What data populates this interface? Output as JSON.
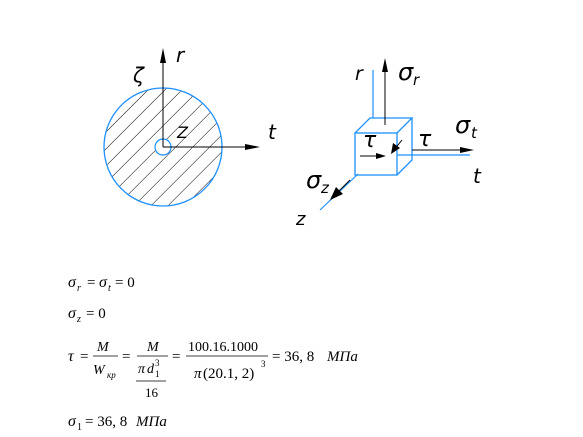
{
  "figure_left": {
    "label_theta": "ζ",
    "label_r": "r",
    "label_z": "Z",
    "label_t": "t"
  },
  "figure_right": {
    "label_r": "r",
    "label_sigma_r": "σ",
    "label_sigma_r_sub": "r",
    "label_tau_left": "τ",
    "label_tau_right": "τ",
    "label_sigma_t": "σ",
    "label_sigma_t_sub": "t",
    "label_t": "t",
    "label_sigma_z": "σ",
    "label_sigma_z_sub": "z",
    "label_z": "z"
  },
  "colors": {
    "circle": "#1e90ff",
    "axes": "#1e90ff",
    "ink": "#000000"
  },
  "equations": {
    "eq1": {
      "sigma": "σ",
      "sub_r": "r",
      "eq": "=",
      "sub_t": "t",
      "rhs": "= 0"
    },
    "eq2": {
      "sigma": "σ",
      "sub_z": "z",
      "rhs": "= 0"
    },
    "eq3": {
      "tau": "τ",
      "eq": "=",
      "f1_num": "M",
      "f1_den": "W",
      "f1_den_sub": "кр",
      "f2_num": "M",
      "f2_den_num_pi": "π",
      "f2_den_num_d": "d",
      "f2_den_num_sub": "1",
      "f2_den_num_sup": "3",
      "f2_den_den": "16",
      "f3_num": "100.16.1000",
      "f3_den_pi": "π",
      "f3_den_body": "(20.1, 2)",
      "f3_den_sup": "3",
      "result_num": "= 36, 8",
      "result_unit": "МПа"
    },
    "eq4": {
      "sigma": "σ",
      "sub": "1",
      "rhs_num": "= 36, 8",
      "rhs_unit": "МПа"
    }
  }
}
